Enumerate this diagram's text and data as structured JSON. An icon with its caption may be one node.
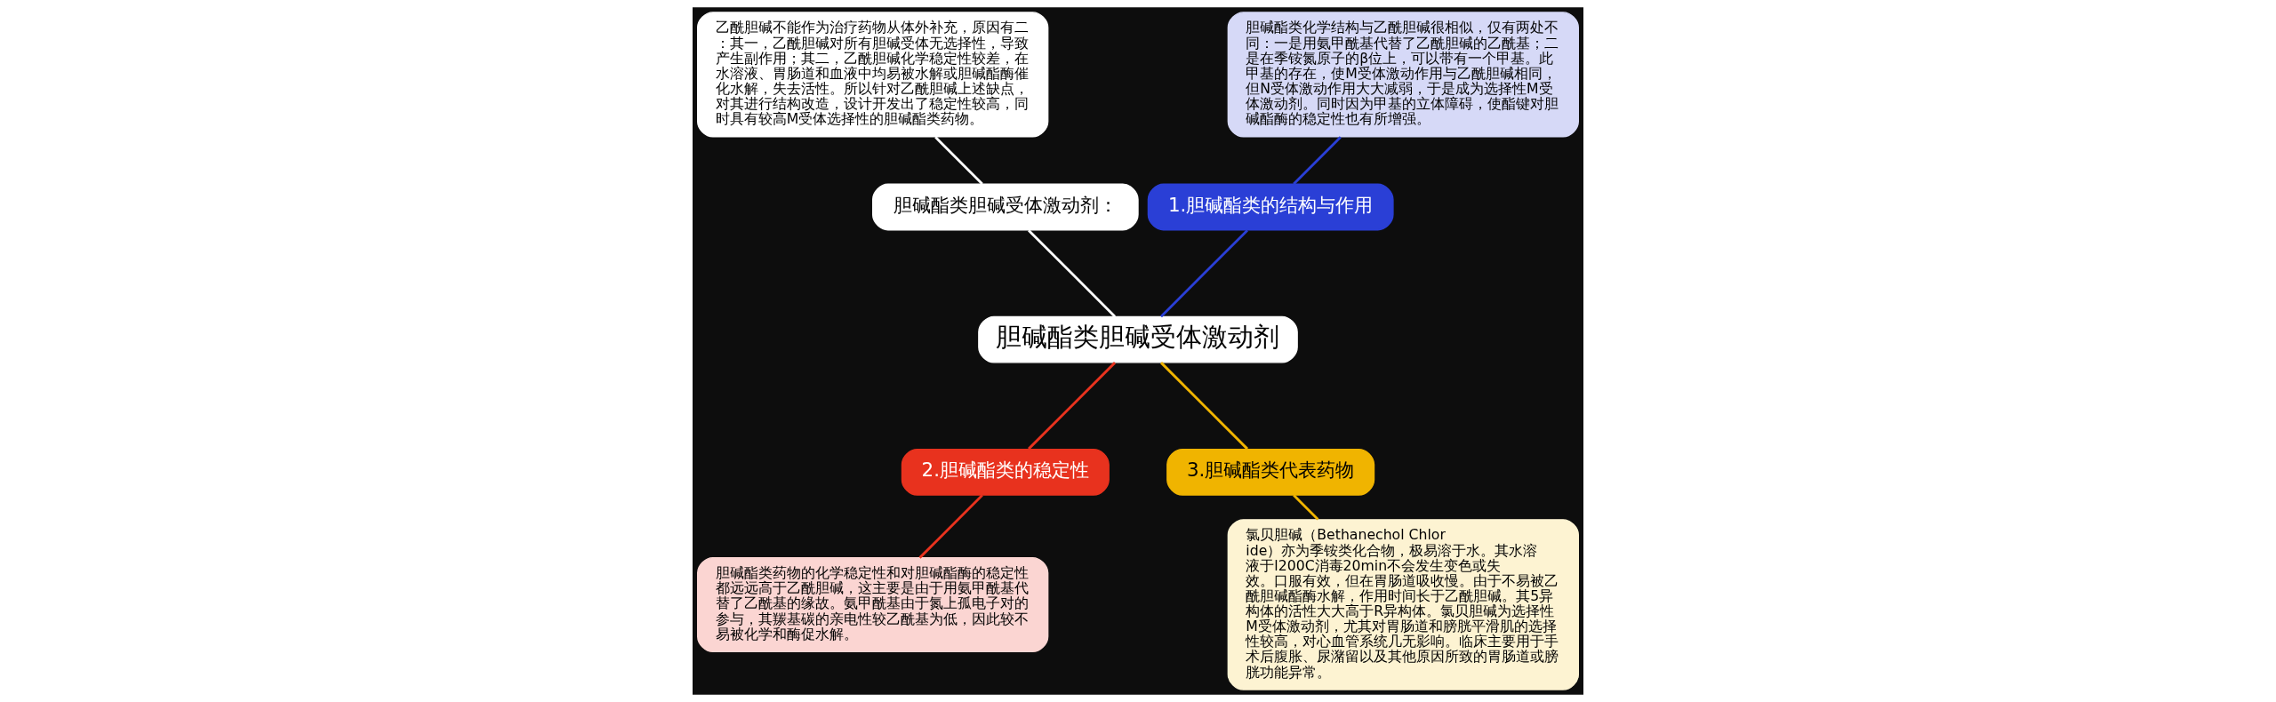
{
  "diagram": {
    "nodes": [
      {
        "text": [
          "胆碱酯类胆碱受体激动剂"
        ]
      },
      {
        "text": [
          "1.胆碱酯类的结构与作用"
        ]
      },
      {
        "text": [
          "胆碱酯类化学结构与乙酰胆碱很相似，仅有两处不同：一是用氨甲酰基代替了乙酰胆碱的乙酰基；二是在季铵氮原子的β位上，可以带有一个甲基。此甲基的存在，使M受体激动作用与乙酰胆碱相同，但N受体激动作用大大减弱，于是成为选择性M受体激动剂。同时因为甲基的立体障碍，使酯键对胆碱酯酶的稳定性也有所增强。"
        ]
      },
      {
        "text": [
          "胆碱酯类胆碱受体激动剂："
        ]
      },
      {
        "text": [
          "乙酰胆碱不能作为治疗药物从体外补充，原因有二：其一，乙酰胆碱对所有胆碱受体无选择性，导致产生副作用；其二，乙酰胆碱化学稳定性较差，在水溶液、胃肠道和血液中均易被水解或胆碱酯酶催化水解，失去活性。所以针对乙酰胆碱上述缺点，对其进行结构改造，设计开发出了稳定性较高，同时具有较高M受体选择性的胆碱酯类药物。"
        ]
      },
      {
        "text": [
          "2.胆碱酯类的稳定性"
        ]
      },
      {
        "text": [
          "胆碱酯类药物的化学稳定性和对胆碱酯酶的稳定性都远远高于乙酰胆碱，这主要是由于用氨甲酰基代替了乙酰基的缘故。氨甲酰基由于氮上孤电子对的参与，其羰基碳的亲电性较乙酰基为低，因此较不易被化学和酶促水解。"
        ]
      },
      {
        "text": [
          "3.胆碱酯类代表药物"
        ]
      },
      {
        "text": [
          "氯贝胆碱（Bethanechol Chloride）亦为季铵类化合物，极易溶于水。其水溶液于l200C消毒20min不会发生变色或失效。口服有效，但在胃肠道吸收慢。由于不易被乙酰胆碱酯酶水解，作用时间长于乙酰胆碱。其5异构体的活性大大高于R异构体。氯贝胆碱为选择性M受体激动剂，尤其对胃肠道和膀胱平滑肌的选择性较高，对心血管系统几无影响。临床主要用于手术后腹胀、尿潴留以及其他原因所致的胃肠道或膀胱功能异常。"
        ]
      }
    ],
    "edges": [
      {
        "from": 0,
        "to": 1,
        "arrow": "none",
        "color": "#2a3fd6"
      },
      {
        "from": 1,
        "to": 2,
        "arrow": "none",
        "color": "#2a3fd6"
      },
      {
        "from": 0,
        "to": 3,
        "arrow": "none",
        "color": "#ffffff"
      },
      {
        "from": 3,
        "to": 4,
        "arrow": "none",
        "color": "#ffffff"
      },
      {
        "from": 0,
        "to": 5,
        "arrow": "none",
        "color": "#e8321e"
      },
      {
        "from": 5,
        "to": 6,
        "arrow": "none",
        "color": "#e8321e"
      },
      {
        "from": 0,
        "to": 7,
        "arrow": "none",
        "color": "#f0b400"
      },
      {
        "from": 7,
        "to": 8,
        "arrow": "none",
        "color": "#f0b400"
      }
    ]
  }
}
